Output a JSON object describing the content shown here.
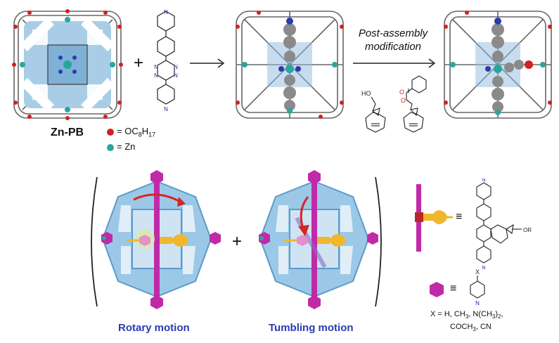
{
  "top": {
    "cage_label": "Zn-PB",
    "legend": {
      "red_label": "= OC",
      "red_sub1": "8",
      "red_mid": "H",
      "red_sub2": "17",
      "teal_label": "= Zn"
    },
    "plus": "+",
    "arrow2_line1": "Post-assembly",
    "arrow2_line2": "modification",
    "ho": "HO"
  },
  "bottom": {
    "plus": "+",
    "rotary": "Rotary motion",
    "tumbling": "Tumbling motion",
    "equiv": "≡",
    "equiv2": "≡",
    "or_label": "OR",
    "x_label": "X",
    "n_label": "N",
    "x_def_line1": "X = H, CH",
    "x_def_sub1": "3",
    "x_def_mid": ", N(CH",
    "x_def_sub2": "3",
    "x_def_end": ")",
    "x_def_sub3": "2",
    "x_def_comma": ",",
    "x_def_line2a": "COCH",
    "x_def_sub4": "3",
    "x_def_line2b": ", CN"
  },
  "colors": {
    "magenta": "#c02aa8",
    "cage_blue": "#a8cce6",
    "gold": "#f0b62c",
    "red_dot": "#d42020",
    "teal_dot": "#2aa59e",
    "title_blue": "#2a3bb0",
    "arrow_red": "#d8231f"
  }
}
